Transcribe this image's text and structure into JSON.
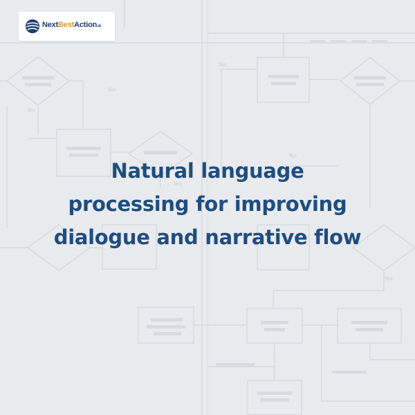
{
  "logo": {
    "name_part1": "Next",
    "name_part2": "Best",
    "name_part3": "Action",
    "suffix": "ai",
    "brand_color": "#1e3f6e",
    "accent_color": "#e0962a"
  },
  "headline": {
    "lines": [
      "Natural language",
      "processing for improving",
      "dialogue and narrative flow"
    ],
    "color": "#1f4d80"
  },
  "background": {
    "color": "#e9ebee",
    "flowchart_labels": [
      "Yes",
      "No",
      "Yes",
      "No",
      "Yes",
      "Yes"
    ]
  }
}
